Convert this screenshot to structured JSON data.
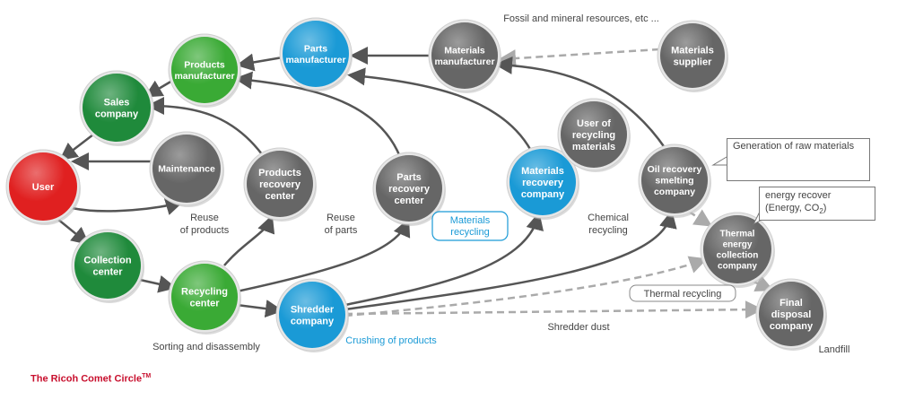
{
  "nodes": [
    {
      "id": "user",
      "lines": [
        "User"
      ],
      "color": "#e02020"
    },
    {
      "id": "sales",
      "lines": [
        "Sales",
        "company"
      ],
      "color": "#1f8a3b"
    },
    {
      "id": "prodmfr",
      "lines": [
        "Products",
        "manufacturer"
      ],
      "color": "#3aaa35"
    },
    {
      "id": "partsmfr",
      "lines": [
        "Parts",
        "manufacturer"
      ],
      "color": "#1a9ad6"
    },
    {
      "id": "matmfr",
      "lines": [
        "Materials",
        "manufacturer"
      ],
      "color": "#666666"
    },
    {
      "id": "matsup",
      "lines": [
        "Materials",
        "supplier"
      ],
      "color": "#666666"
    },
    {
      "id": "maint",
      "lines": [
        "Maintenance"
      ],
      "color": "#666666"
    },
    {
      "id": "prodrec",
      "lines": [
        "Products",
        "recovery",
        "center"
      ],
      "color": "#666666"
    },
    {
      "id": "partsrec",
      "lines": [
        "Parts",
        "recovery",
        "center"
      ],
      "color": "#666666"
    },
    {
      "id": "matrec",
      "lines": [
        "Materials",
        "recovery",
        "company"
      ],
      "color": "#1a9ad6"
    },
    {
      "id": "userrec",
      "lines": [
        "User of",
        "recycling",
        "materials"
      ],
      "color": "#666666"
    },
    {
      "id": "oilrec",
      "lines": [
        "Oil recovery",
        "smelting",
        "company"
      ],
      "color": "#666666"
    },
    {
      "id": "thermal",
      "lines": [
        "Thermal",
        "energy",
        "collection",
        "company"
      ],
      "color": "#666666"
    },
    {
      "id": "final",
      "lines": [
        "Final",
        "disposal",
        "company"
      ],
      "color": "#666666"
    },
    {
      "id": "collect",
      "lines": [
        "Collection",
        "center"
      ],
      "color": "#1f8a3b"
    },
    {
      "id": "recycle",
      "lines": [
        "Recycling",
        "center"
      ],
      "color": "#3aaa35"
    },
    {
      "id": "shredder",
      "lines": [
        "Shredder",
        "company"
      ],
      "color": "#1a9ad6"
    }
  ],
  "annotations": {
    "fossil": "Fossil and mineral resources, etc ...",
    "reuse_products": [
      "Reuse",
      "of products"
    ],
    "reuse_parts": [
      "Reuse",
      "of parts"
    ],
    "materials_recycling": [
      "Materials",
      "recycling"
    ],
    "chemical_recycling": [
      "Chemical",
      "recycling"
    ],
    "thermal_recycling": "Thermal recycling",
    "shredder_dust": "Shredder dust",
    "sorting": "Sorting and disassembly",
    "crushing": "Crushing of products",
    "landfill": "Landfill"
  },
  "callouts": {
    "raw": "Generation of raw materials",
    "energy_line1": "energy recover",
    "energy_line2": "(Energy, CO",
    "energy_sub": "2",
    "energy_close": ")"
  },
  "title": {
    "text": "The Ricoh Comet Circle",
    "tm": "TM"
  },
  "colors": {
    "arrow": "#555555",
    "dashed": "#aaaaaa",
    "accent_blue": "#1a9ad6",
    "title_red": "#c8102e"
  }
}
